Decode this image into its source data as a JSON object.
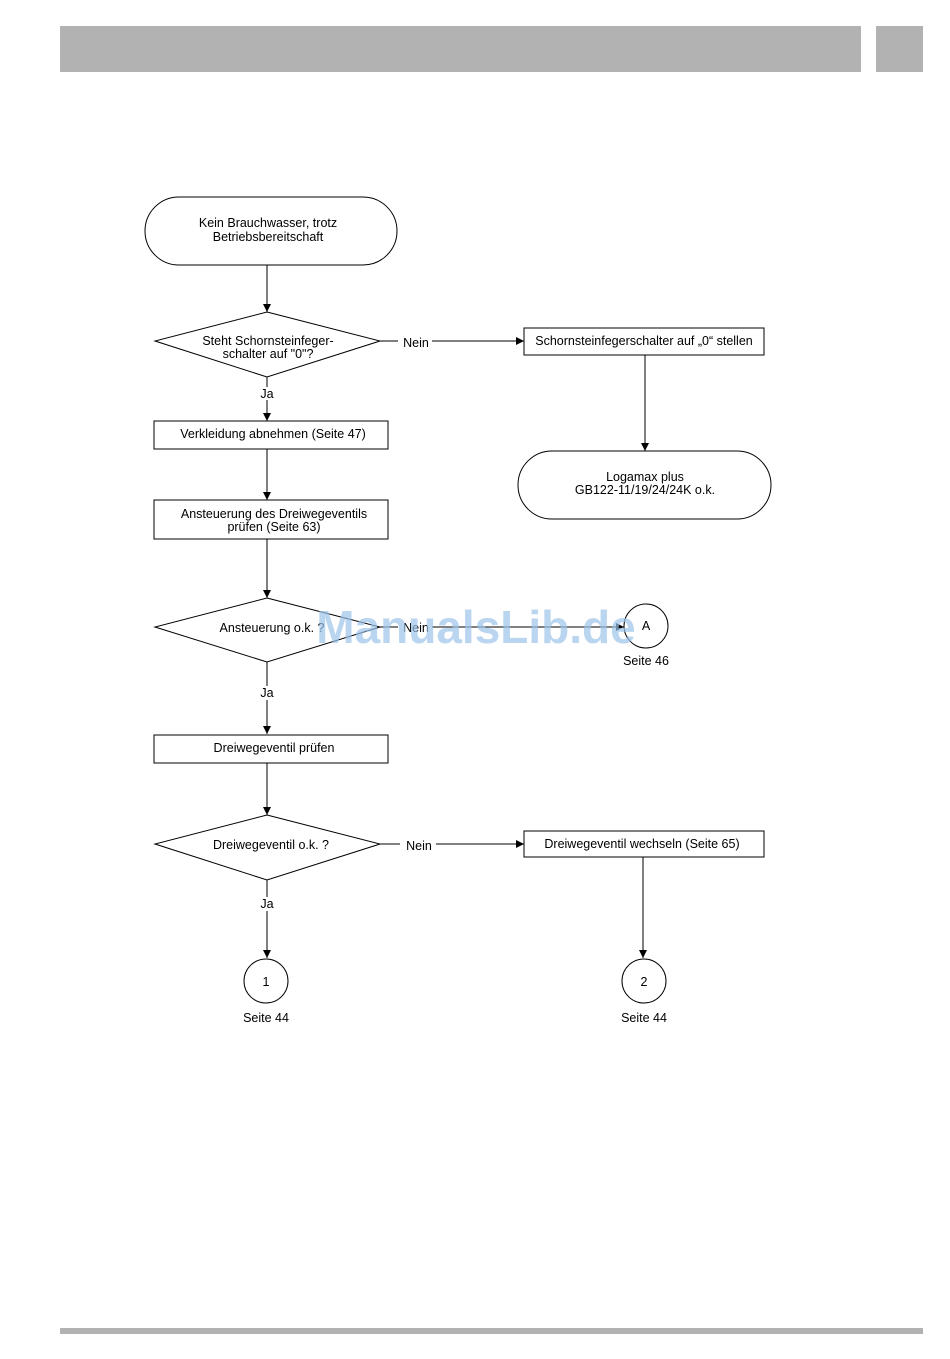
{
  "flowchart": {
    "start": {
      "line1": "Kein Brauchwasser, trotz",
      "line2": "Betriebsbereitschaft"
    },
    "q1": {
      "line1": "Steht Schornsteinfeger-",
      "line2": "schalter auf \"0\"?"
    },
    "q1_no": "Nein",
    "q1_yes": "Ja",
    "set_switch": "Schornsteinfegerschalter auf „0“ stellen",
    "end_ok": {
      "line1": "Logamax plus",
      "line2": "GB122-11/19/24/24K  o.k."
    },
    "remove_cover": "Verkleidung abnehmen (Seite 47)",
    "check_control": {
      "line1": "Ansteuerung des Dreiwegeventils",
      "line2": "prüfen (Seite 63)"
    },
    "q2": "Ansteuerung o.k. ?",
    "q2_no": "Nein",
    "q2_yes": "Ja",
    "connector_a": {
      "label": "A",
      "page": "Seite 46"
    },
    "check_valve": "Dreiwegeventil prüfen",
    "q3": "Dreiwegeventil o.k. ?",
    "q3_no": "Nein",
    "q3_yes": "Ja",
    "replace_valve": "Dreiwegeventil wechseln (Seite 65)",
    "connector_1": {
      "label": "1",
      "page": "Seite 44"
    },
    "connector_2": {
      "label": "2",
      "page": "Seite 44"
    }
  },
  "watermark": "ManualsLib.de"
}
